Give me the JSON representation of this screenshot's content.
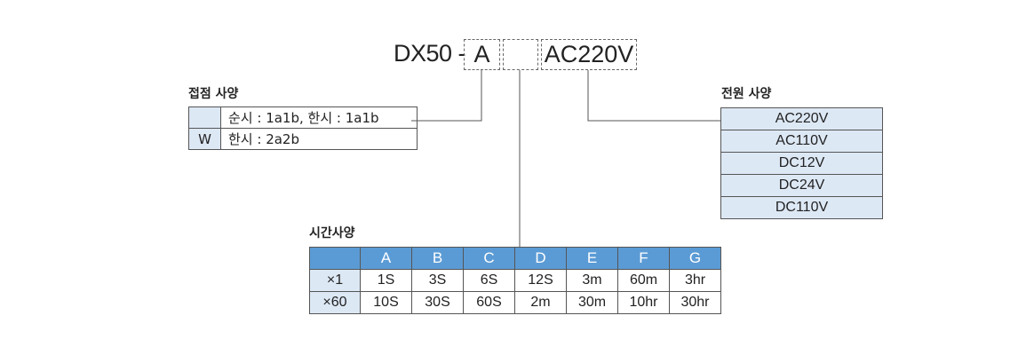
{
  "model": {
    "prefix": "DX50 -",
    "box1": "A",
    "box2": "",
    "box3": "AC220V"
  },
  "contact_spec": {
    "title": "접점 사양",
    "rows": [
      {
        "code": "",
        "desc": "순시 : 1a1b, 한시 : 1a1b"
      },
      {
        "code": "W",
        "desc": "한시 : 2a2b"
      }
    ]
  },
  "power_spec": {
    "title": "전원 사양",
    "options": [
      "AC220V",
      "AC110V",
      "DC12V",
      "DC24V",
      "DC110V"
    ]
  },
  "time_spec": {
    "title": "시간사양",
    "columns": [
      "A",
      "B",
      "C",
      "D",
      "E",
      "F",
      "G"
    ],
    "rows": [
      {
        "label": "×1",
        "values": [
          "1S",
          "3S",
          "6S",
          "12S",
          "3m",
          "60m",
          "3hr"
        ]
      },
      {
        "label": "×60",
        "values": [
          "10S",
          "30S",
          "60S",
          "2m",
          "30m",
          "10hr",
          "30hr"
        ]
      }
    ]
  },
  "colors": {
    "header_blue": "#5b9bd5",
    "light_blue": "#dde8f5",
    "line": "#555555"
  }
}
